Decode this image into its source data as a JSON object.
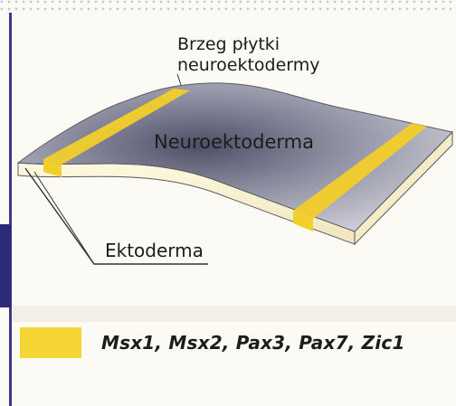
{
  "labels": {
    "plate_edge_line1": "Brzeg płytki",
    "plate_edge_line2": "neuroektodermy",
    "neuroectoderm": "Neuroektoderma",
    "ectoderm": "Ektoderma"
  },
  "legend": {
    "genes": "Msx1, Msx2, Pax3, Pax7, Zic1",
    "swatch_color": "#f5d533"
  },
  "colors": {
    "background": "#fbfaf4",
    "frame_border": "#3a3a8a",
    "sidebar_accent": "#2e2a7a",
    "plate_side": "#fbf3d2",
    "stripe": "#f2cf2a"
  }
}
